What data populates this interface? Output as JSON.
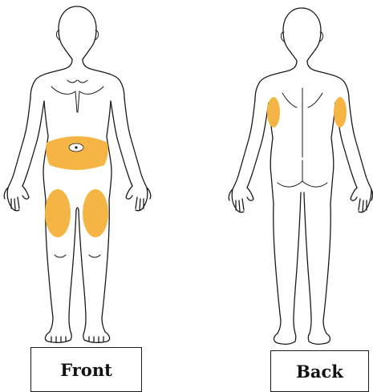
{
  "views": [
    {
      "id": "front",
      "label": "Front"
    },
    {
      "id": "back",
      "label": "Back"
    }
  ],
  "colors": {
    "injection_site_fill": "#f5b544",
    "outline": "#1a1a1a",
    "background": "#ffffff"
  }
}
